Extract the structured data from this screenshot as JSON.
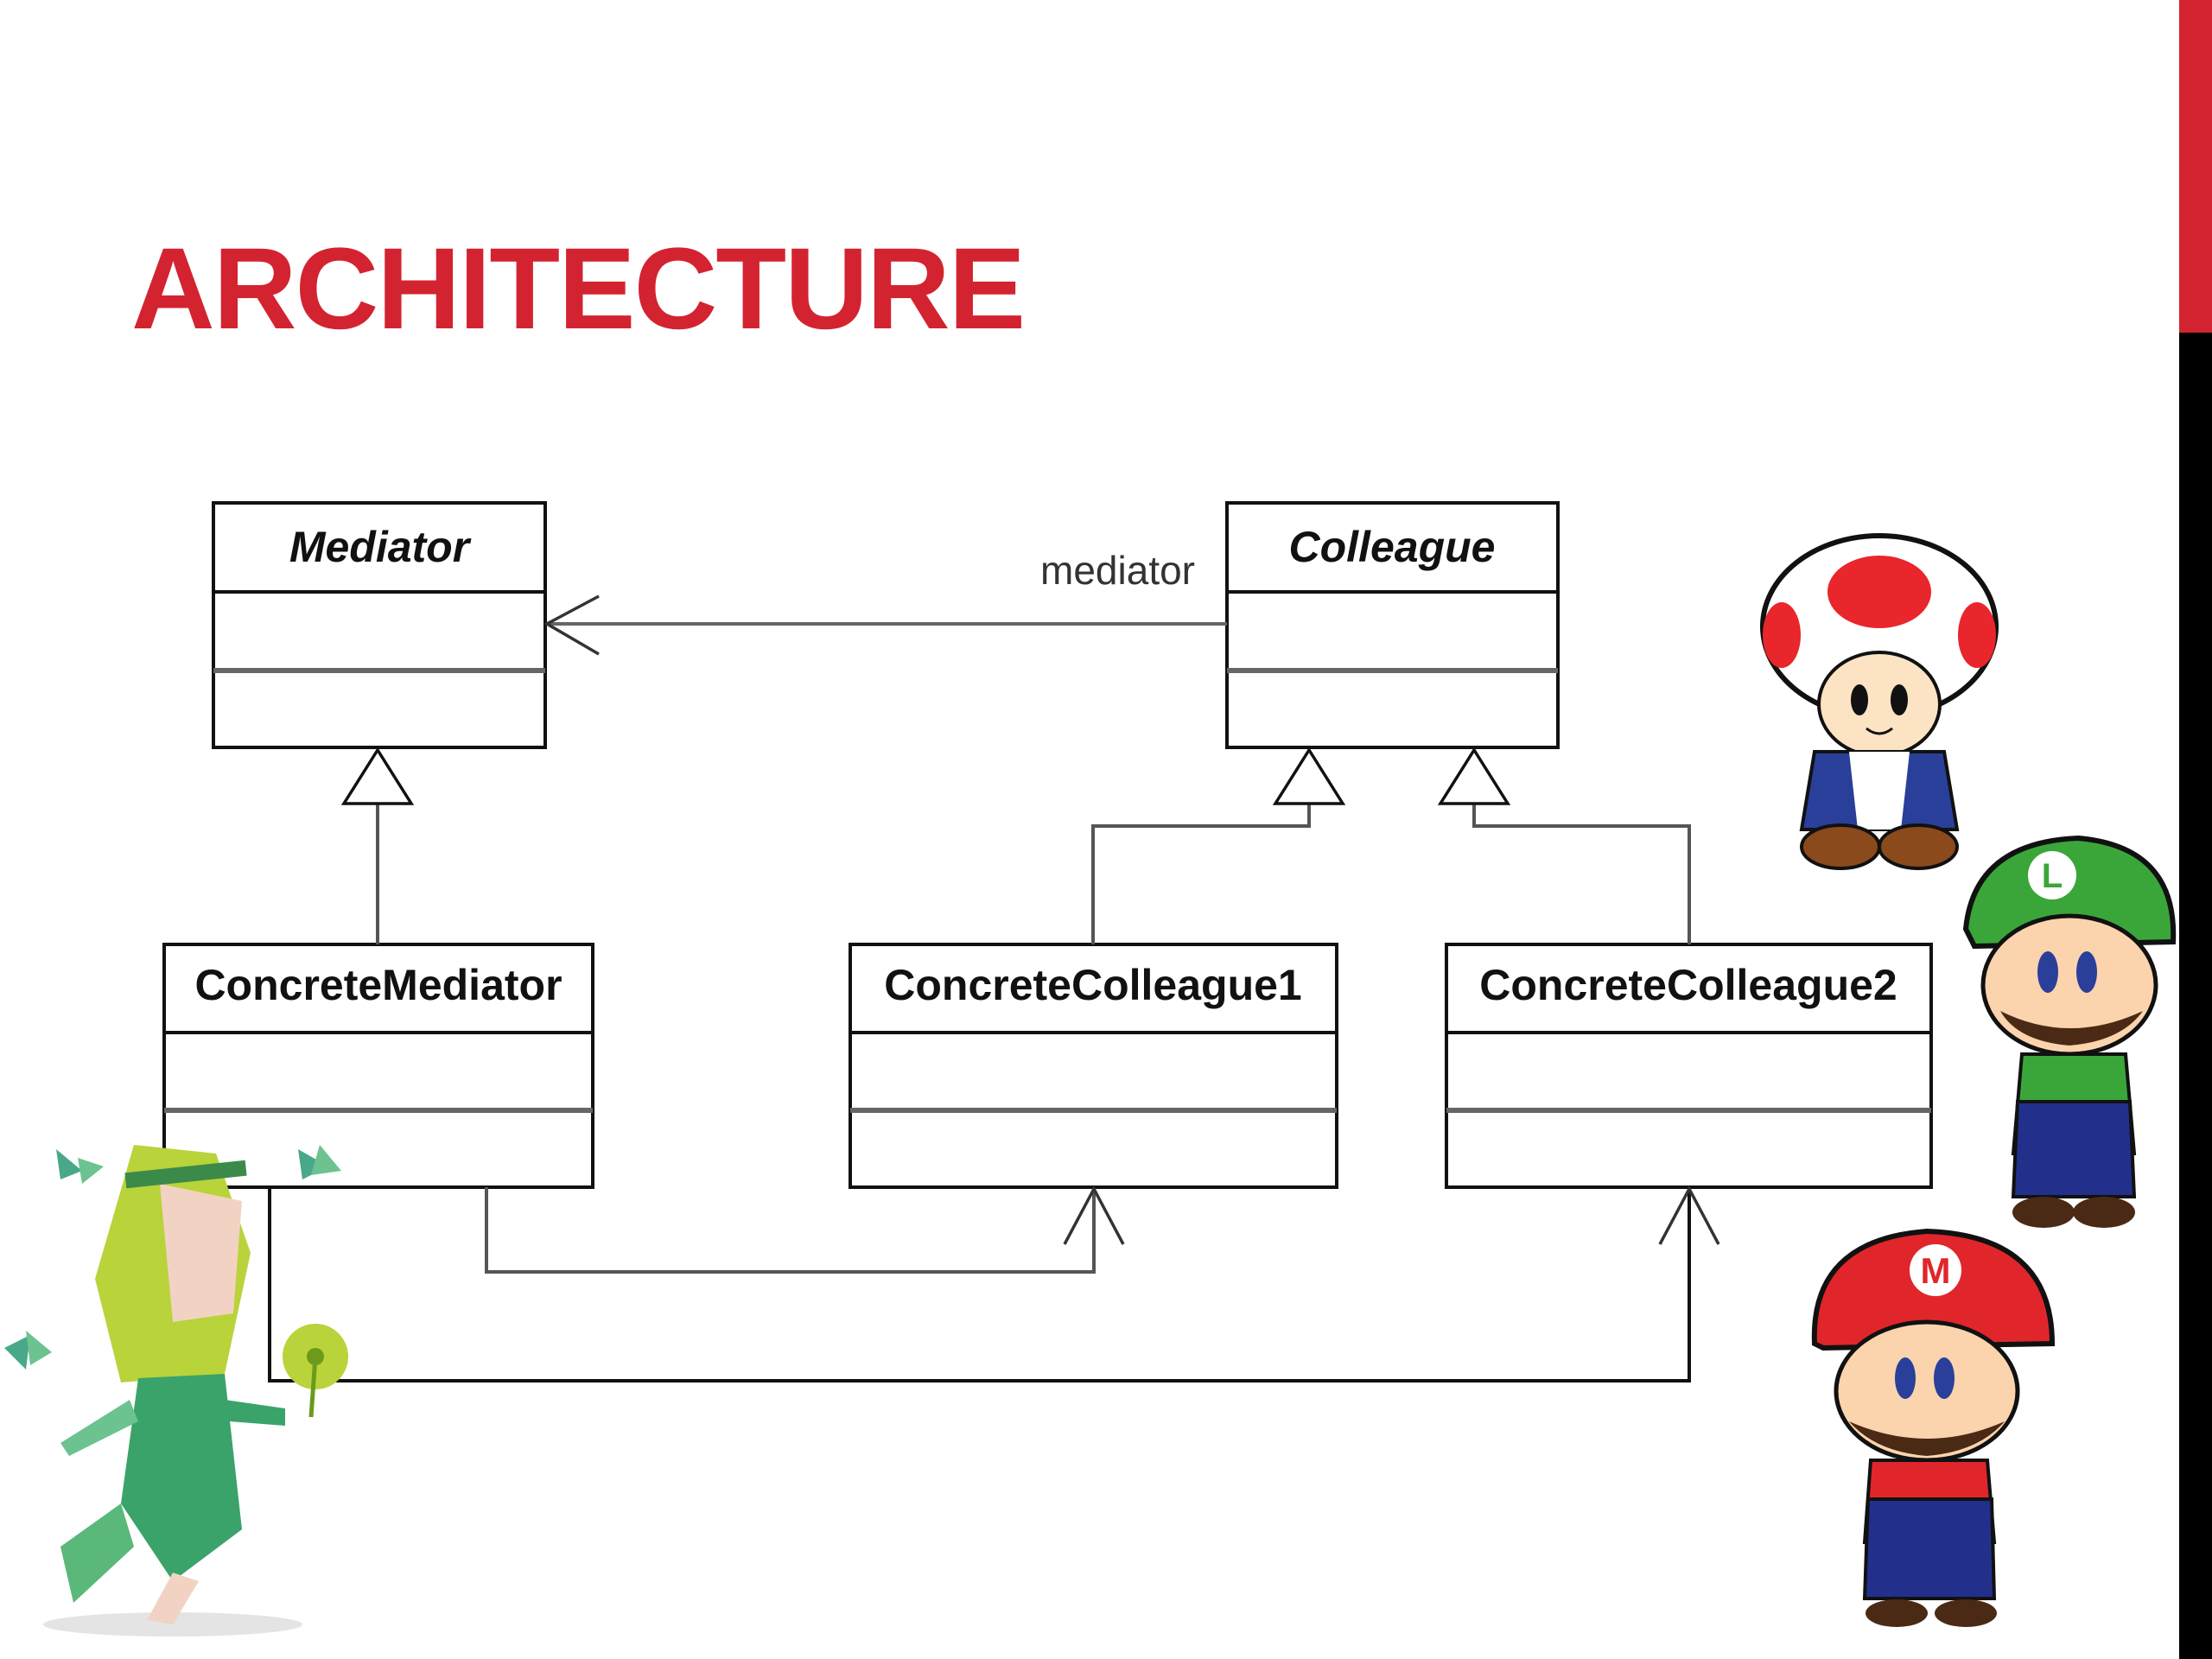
{
  "slide": {
    "title": "ARCHITECTURE",
    "colors": {
      "title": "#d32330",
      "accent_bar": "#d32330",
      "edge_bar": "#000000"
    }
  },
  "diagram": {
    "type": "UML class diagram (Mediator pattern)",
    "classes": [
      {
        "id": "mediator",
        "name": "Mediator",
        "abstract": true
      },
      {
        "id": "colleague",
        "name": "Colleague",
        "abstract": true
      },
      {
        "id": "concrete-mediator",
        "name": "ConcreteMediator",
        "abstract": false
      },
      {
        "id": "concrete-colleague1",
        "name": "ConcreteColleague1",
        "abstract": false
      },
      {
        "id": "concrete-colleague2",
        "name": "ConcreteColleague2",
        "abstract": false
      }
    ],
    "relations": [
      {
        "from": "colleague",
        "to": "mediator",
        "kind": "association",
        "role": "mediator"
      },
      {
        "from": "concrete-mediator",
        "to": "mediator",
        "kind": "generalization"
      },
      {
        "from": "concrete-colleague1",
        "to": "colleague",
        "kind": "generalization"
      },
      {
        "from": "concrete-colleague2",
        "to": "colleague",
        "kind": "generalization"
      },
      {
        "from": "concrete-mediator",
        "to": "concrete-colleague1",
        "kind": "association"
      },
      {
        "from": "concrete-mediator",
        "to": "concrete-colleague2",
        "kind": "association"
      }
    ]
  },
  "illustrations": [
    {
      "name": "toad",
      "colors": {
        "cap": "#e8262b",
        "vest": "#2a3f9a"
      }
    },
    {
      "name": "luigi",
      "cap_letter": "L",
      "colors": {
        "cap": "#3aa63a",
        "overalls": "#22308c"
      }
    },
    {
      "name": "mario",
      "cap_letter": "M",
      "colors": {
        "cap": "#e0262b",
        "overalls": "#22308c"
      }
    },
    {
      "name": "fairy",
      "colors": {
        "hair": "#b9d33a",
        "body": "#3aa36a"
      }
    }
  ]
}
